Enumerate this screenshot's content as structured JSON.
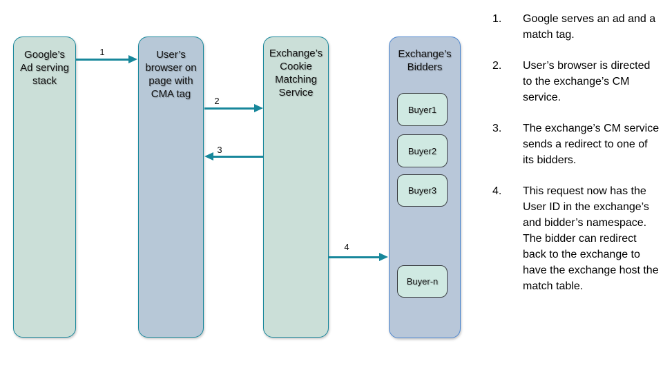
{
  "diagram": {
    "columns": [
      {
        "id": "google-stack",
        "label": "Google’s\nAd serving\nstack"
      },
      {
        "id": "user-browser",
        "label": "User’s\nbrowser on\npage with\nCMA tag"
      },
      {
        "id": "cookie-matching-service",
        "label": "Exchange’s\nCookie\nMatching\nService"
      },
      {
        "id": "exchange-bidders",
        "label": "Exchange’s\nBidders"
      }
    ],
    "bidders": [
      {
        "label": "Buyer1"
      },
      {
        "label": "Buyer2"
      },
      {
        "label": "Buyer3"
      },
      {
        "label": "Buyer-n"
      }
    ],
    "arrows": [
      {
        "label": "1",
        "from": "google-stack",
        "to": "user-browser"
      },
      {
        "label": "2",
        "from": "user-browser",
        "to": "cookie-matching-service"
      },
      {
        "label": "3",
        "from": "cookie-matching-service",
        "to": "user-browser"
      },
      {
        "label": "4",
        "from": "cookie-matching-service",
        "to": "exchange-bidders"
      }
    ]
  },
  "steps": [
    {
      "num": "1.",
      "text": "Google serves an ad and a match tag."
    },
    {
      "num": "2.",
      "text": "User’s browser is directed to the exchange’s CM service."
    },
    {
      "num": "3.",
      "text": "The exchange’s CM service sends a redirect to one of its bidders."
    },
    {
      "num": "4.",
      "text": "This request now has the User ID in the exchange’s and bidder’s namespace. The bidder can redirect back to the exchange to have the exchange host the match table."
    }
  ],
  "colors": {
    "arrow_teal": "#17879b",
    "column_border_teal": "#17879b",
    "green_fill": "#cbdfd8",
    "blue_gray_fill": "#b7c8d7",
    "bidders_fill": "#b8c7d9",
    "bidders_border": "#4e87cf",
    "buyer_fill": "#cfe9e2",
    "buyer_border": "#3c4043",
    "text": "#000000",
    "background": "#ffffff"
  }
}
